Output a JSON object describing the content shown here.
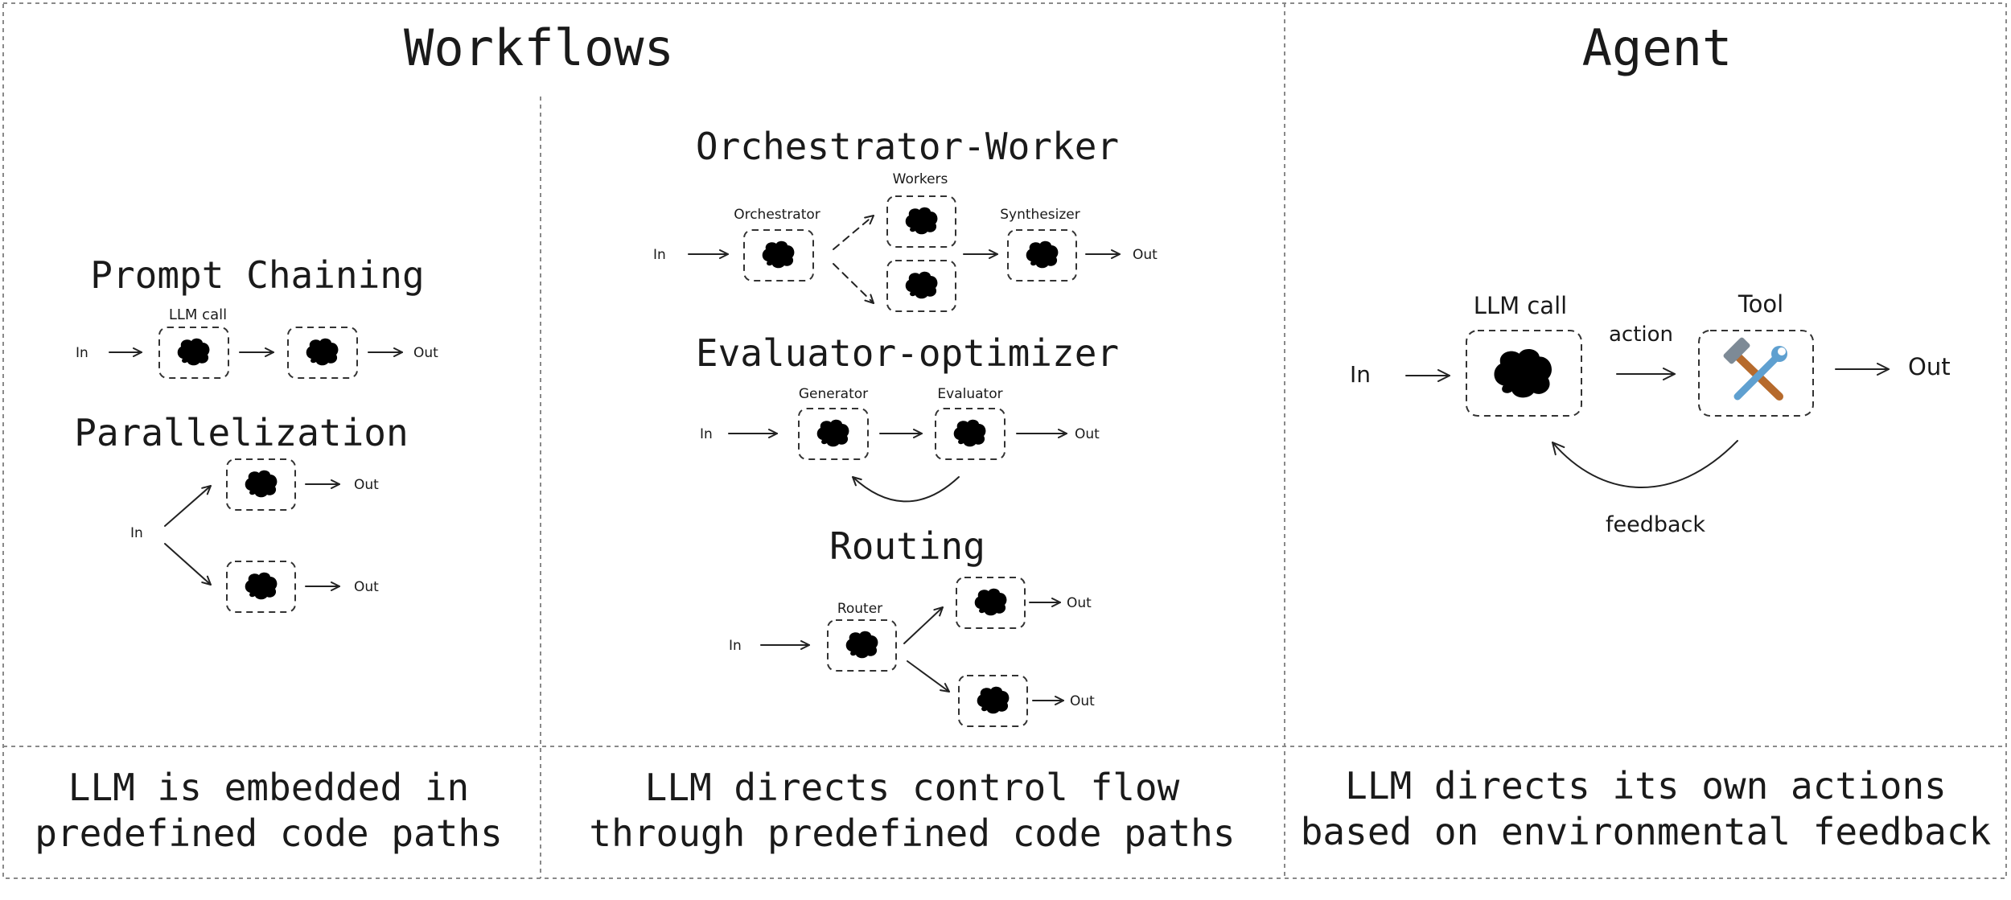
{
  "headers": {
    "workflows": "Workflows",
    "agent": "Agent"
  },
  "patterns": {
    "prompt_chaining": {
      "title": "Prompt Chaining",
      "in": "In",
      "node_label": "LLM call",
      "out": "Out"
    },
    "parallelization": {
      "title": "Parallelization",
      "in": "In",
      "out_top": "Out",
      "out_bottom": "Out"
    },
    "orchestrator_worker": {
      "title": "Orchestrator-Worker",
      "in": "In",
      "orchestrator": "Orchestrator",
      "workers": "Workers",
      "synthesizer": "Synthesizer",
      "out": "Out"
    },
    "evaluator_optimizer": {
      "title": "Evaluator-optimizer",
      "in": "In",
      "generator": "Generator",
      "evaluator": "Evaluator",
      "out": "Out"
    },
    "routing": {
      "title": "Routing",
      "in": "In",
      "router": "Router",
      "out_top": "Out",
      "out_bottom": "Out"
    },
    "agent": {
      "in": "In",
      "llm_call": "LLM call",
      "action": "action",
      "tool": "Tool",
      "tool_icon": "🛠",
      "out": "Out",
      "feedback": "feedback"
    }
  },
  "footer": {
    "col1_line1": "LLM is embedded in",
    "col1_line2": "predefined code paths",
    "col2_line1": "LLM directs control flow",
    "col2_line2": "through predefined code paths",
    "col3_line1": "LLM directs its own actions",
    "col3_line2": "based on environmental feedback"
  },
  "icons": {
    "llm": "brain-icon",
    "tool": "hammer-wrench-icon"
  }
}
